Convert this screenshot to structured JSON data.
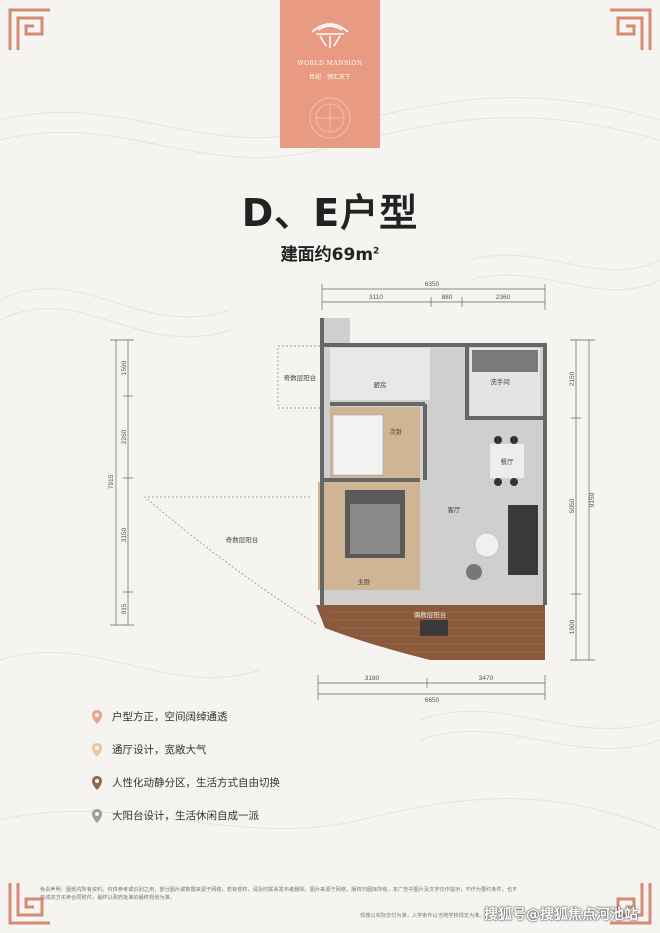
{
  "brand": {
    "name_en": "WORLD MANSION",
    "name_cn": "世纪 · 领汇天下"
  },
  "title": "D、E户型",
  "subtitle_prefix": "建面约69m",
  "subtitle_sup": "2",
  "dimensions": {
    "top_total": "6350",
    "top_a": "3110",
    "top_b": "880",
    "top_c": "2360",
    "bottom_total": "6650",
    "bottom_a": "3180",
    "bottom_b": "3470",
    "left_total": "7915",
    "left_a": "1590",
    "left_b": "2260",
    "left_c": "3150",
    "left_d": "915",
    "right_a": "2150",
    "right_b": "5050",
    "right_c": "1900",
    "right_total": "9150"
  },
  "rooms": {
    "odd_balcony_top": "奇数层阳台",
    "kitchen": "厨房",
    "washroom": "洗手间",
    "second_bedroom": "次卧",
    "dining": "餐厅",
    "living": "客厅",
    "odd_balcony_left": "奇数层阳台",
    "master_bedroom": "主卧",
    "even_balcony": "偶数层阳台"
  },
  "features": [
    {
      "text": "户型方正，空间阔绰通透",
      "color": "#e7a48a"
    },
    {
      "text": "通厅设计，宽敞大气",
      "color": "#e9c7a3"
    },
    {
      "text": "人性化动静分区，生活方式自由切换",
      "color": "#8d6a52"
    },
    {
      "text": "大阳台设计，生活休闲自成一派",
      "color": "#9aa0a3"
    }
  ],
  "disclaimer": "免责声明：图纸内所有资料，仅供参考或识别之用，部分图片或数据来源于网络，若有侵权，请及时联系发布者删除。图片来源于网络，版权归图库所有，本广告中图片及文字仅作提示，不作为要约条件，也不构成双方买卖合同附件，最终以政府批准的最终规划为准。",
  "disclaimer_right": "现楼以实际交付为准，入学条件以当地学校规定为准。",
  "watermark": "搜狐号@搜狐焦点河池站"
}
